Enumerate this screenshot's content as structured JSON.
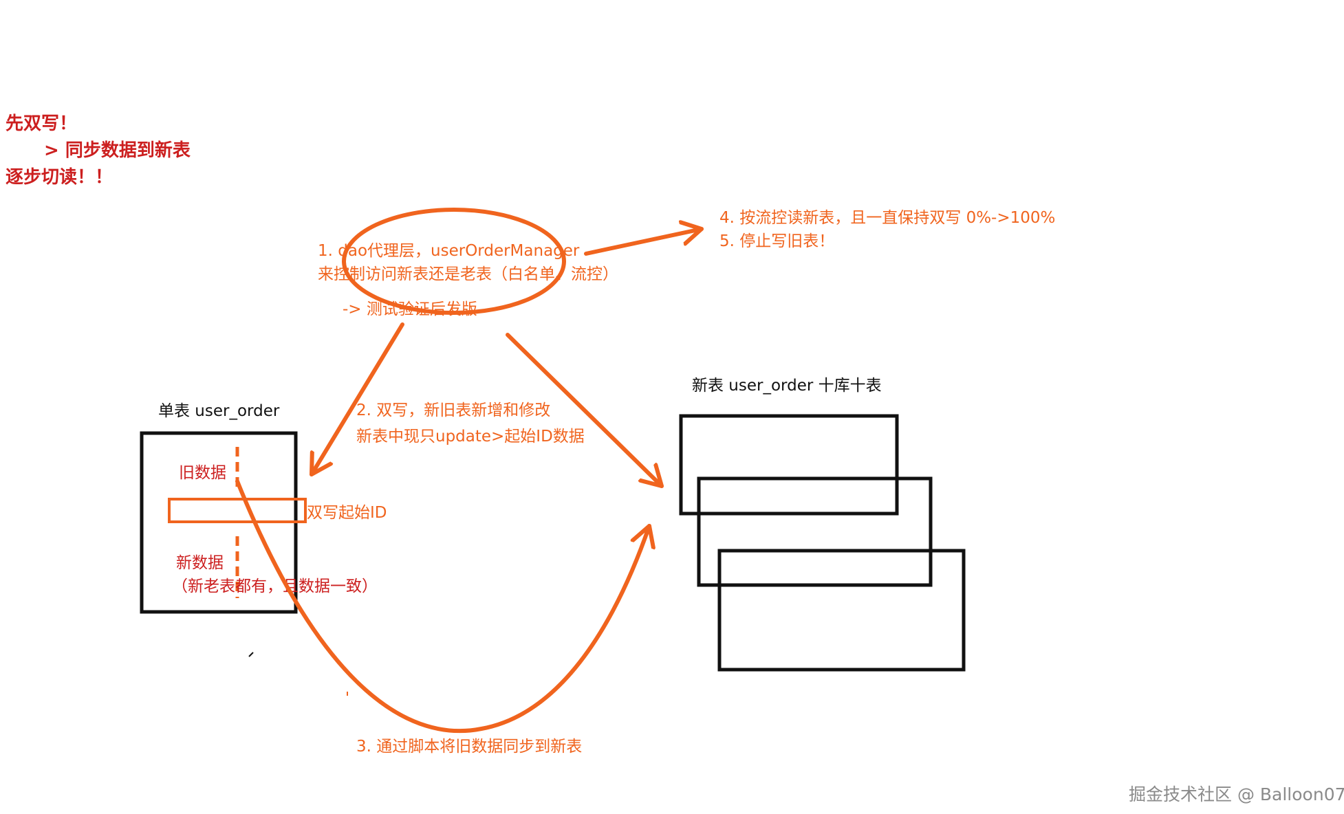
{
  "strategy": {
    "line1": "先双写！",
    "line2": "> 同步数据到新表",
    "line3": "逐步切读！！"
  },
  "step1": {
    "line1": "1. dao代理层，userOrderManager",
    "line2": "来控制访问新表还是老表（白名单、流控）",
    "line3": "-> 测试验证后发版"
  },
  "step45": {
    "line1": "4. 按流控读新表，且一直保持双写  0%->100%",
    "line2": "5. 停止写旧表！"
  },
  "step2": {
    "line1": "2. 双写，新旧表新增和修改",
    "line2": "新表中现只update>起始ID数据"
  },
  "step3": {
    "line1": "3. 通过脚本将旧数据同步到新表"
  },
  "old_table": {
    "title": "单表 user_order",
    "old_data": "旧数据",
    "dual_write_start": "双写起始ID",
    "new_data": "新数据",
    "new_data_note": "（新老表都有，且数据一致）"
  },
  "new_table": {
    "title": "新表 user_order  十库十表"
  },
  "watermark": "掘金技术社区 @ Balloon07",
  "colors": {
    "annotation": "#f0641e",
    "heading": "#cc1f1f",
    "box": "#111111"
  }
}
